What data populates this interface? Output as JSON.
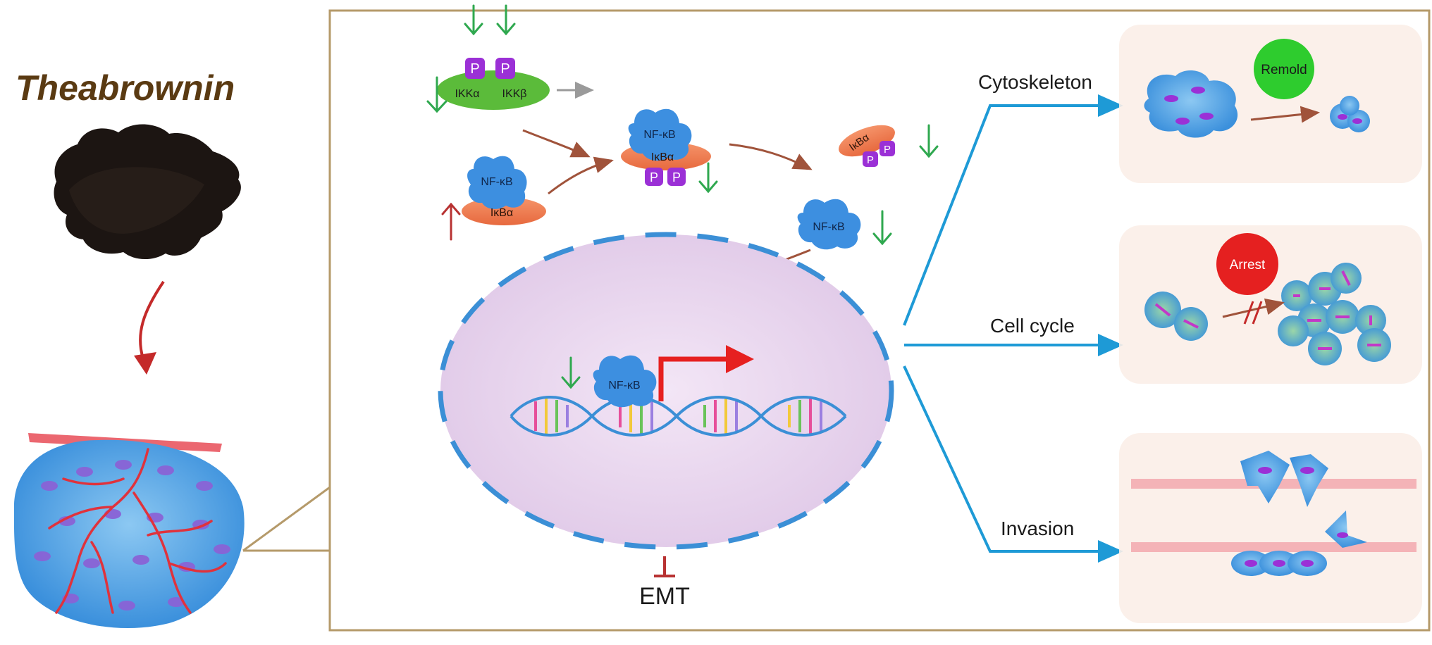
{
  "title": "Theabrownin",
  "labels": {
    "ikka": "IKKα",
    "ikkb": "IKKβ",
    "p": "P",
    "nfkb": "NF-κB",
    "ikba": "IκBα",
    "emt": "EMT"
  },
  "outcomes": [
    {
      "label": "Cytoskeleton",
      "badge": "Remold",
      "badge_color": "#2ecc2e"
    },
    {
      "label": "Cell cycle",
      "badge": "Arrest",
      "badge_color": "#e52020"
    },
    {
      "label": "Invasion"
    }
  ],
  "colors": {
    "title": "#5a3a12",
    "frame": "#b59a6a",
    "down_arrow": "#2fa84f",
    "up_arrow": "#b83232",
    "flow_arrow": "#a0533b",
    "branch": "#1e9ad6",
    "nfkb": "#3d8fe0",
    "ikba": "#f07b4a",
    "ikk": "#5bbb3a",
    "phospho": "#9b30d6",
    "nucleus": "#e9d7ee"
  }
}
